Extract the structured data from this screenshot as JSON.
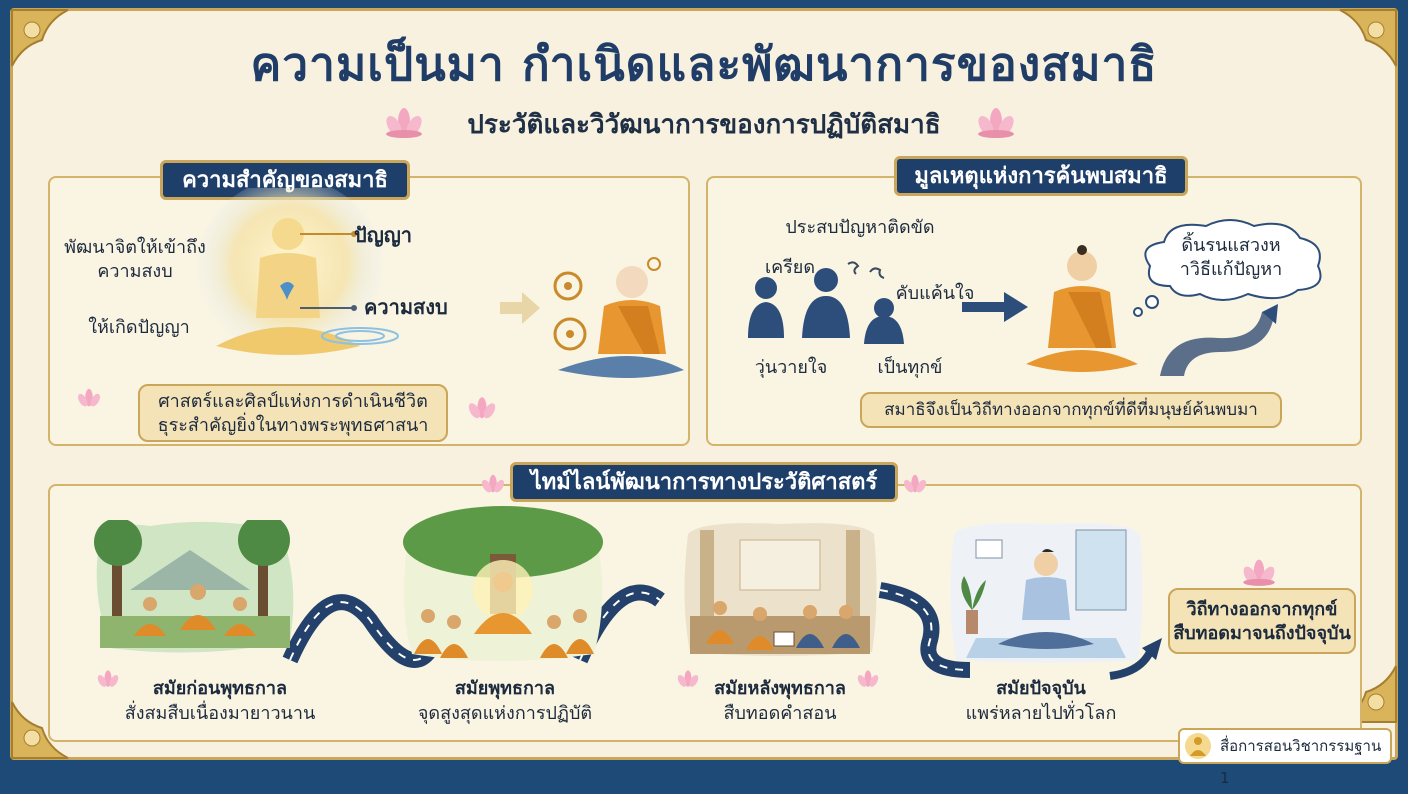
{
  "header": {
    "title": "ความเป็นมา กำเนิดและพัฒนาการของสมาธิ",
    "subtitle": "ประวัติและวิวัฒนาการของการปฏิบัติสมาธิ"
  },
  "importance": {
    "banner": "ความสำคัญของสมาธิ",
    "left_top": "พัฒนาจิตให้เข้าถึง\nความสงบ",
    "left_bottom": "ให้เกิดปัญญา",
    "right_top": "ปัญญา",
    "right_bottom": "ความสงบ",
    "caption_line1": "ศาสตร์และศิลป์แห่งการดำเนินชีวิต",
    "caption_line2": "ธุระสำคัญยิ่งในทางพระพุทธศาสนา"
  },
  "origin": {
    "banner": "มูลเหตุแห่งการค้นพบสมาธิ",
    "problem": "ประสบปัญหาติดขัด",
    "stress": "เครียด",
    "anger": "คับแค้นใจ",
    "worry": "วุ่นวายใจ",
    "suffer": "เป็นทุกข์",
    "thought": "ดิ้นรนแสวงห\nาวิธีแก้ปัญหา",
    "caption": "สมาธิจึงเป็นวิถีทางออกจากทุกข์ที่ดีที่มนุษย์ค้นพบมา"
  },
  "timeline": {
    "banner": "ไทม์ไลน์พัฒนาการทางประวัติศาสตร์",
    "eras": [
      {
        "title": "สมัยก่อนพุทธกาล",
        "desc": "สั่งสมสืบเนื่องมายาวนาน"
      },
      {
        "title": "สมัยพุทธกาล",
        "desc": "จุดสูงสุดแห่งการปฏิบัติ"
      },
      {
        "title": "สมัยหลังพุทธกาล",
        "desc": "สืบทอดคำสอน"
      },
      {
        "title": "สมัยปัจจุบัน",
        "desc": "แพร่หลายไปทั่วโลก"
      }
    ],
    "conclusion": "วิถีทางออกจากทุกข์\nสืบทอดมาจนถึงปัจจุบัน"
  },
  "footer": {
    "label": "สื่อการสอนวิชากรรมฐาน 1"
  },
  "colors": {
    "navy": "#1f3f6b",
    "gold": "#c9a659",
    "robe": "#e0962e",
    "cream": "#f8f1df"
  }
}
